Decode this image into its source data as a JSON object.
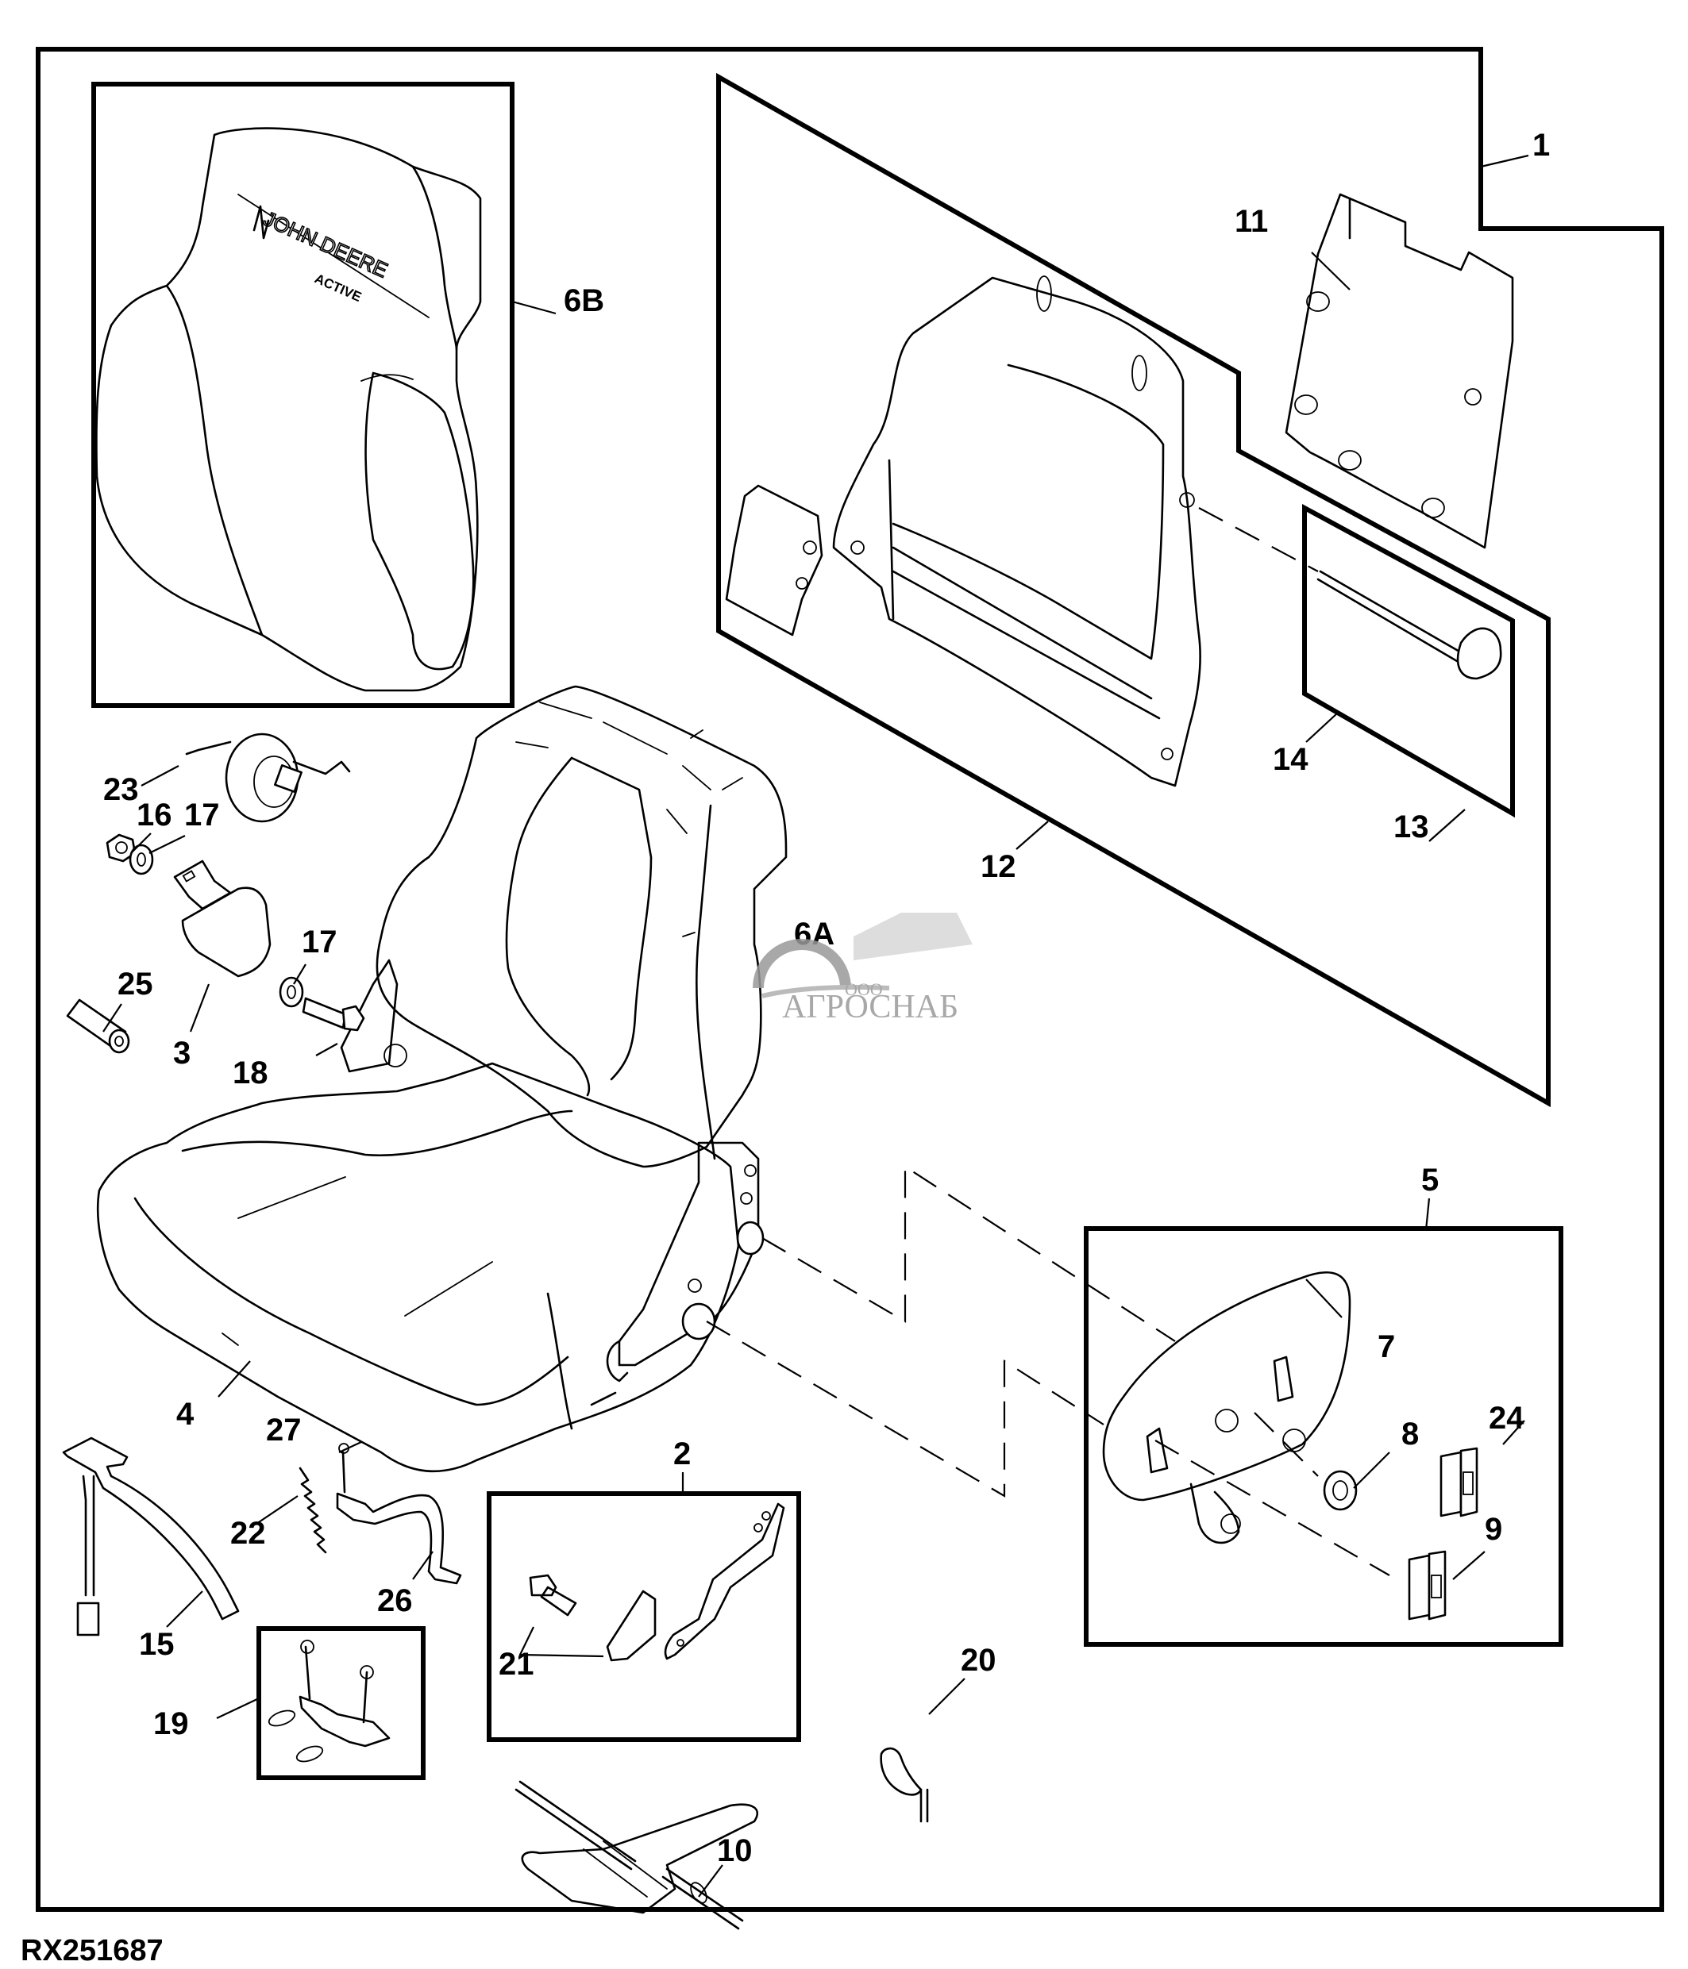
{
  "figure": {
    "id_label": "RX251687",
    "subject": "Operator seat assembly — exploded parts view"
  },
  "brand_mark": {
    "name": "JOHN DEERE",
    "sub": "ACTIVE"
  },
  "watermark": {
    "prefix": "ООО",
    "name": "АГРОСНАБ",
    "color": "#9a9a9a"
  },
  "callouts": [
    {
      "key": "c1",
      "label": "1"
    },
    {
      "key": "c2",
      "label": "2"
    },
    {
      "key": "c3",
      "label": "3"
    },
    {
      "key": "c4",
      "label": "4"
    },
    {
      "key": "c5",
      "label": "5"
    },
    {
      "key": "c6a",
      "label": "6A"
    },
    {
      "key": "c6b",
      "label": "6B"
    },
    {
      "key": "c7",
      "label": "7"
    },
    {
      "key": "c8",
      "label": "8"
    },
    {
      "key": "c9",
      "label": "9"
    },
    {
      "key": "c10",
      "label": "10"
    },
    {
      "key": "c11",
      "label": "11"
    },
    {
      "key": "c12",
      "label": "12"
    },
    {
      "key": "c13",
      "label": "13"
    },
    {
      "key": "c14",
      "label": "14"
    },
    {
      "key": "c15",
      "label": "15"
    },
    {
      "key": "c16",
      "label": "16"
    },
    {
      "key": "c17a",
      "label": "17"
    },
    {
      "key": "c17b",
      "label": "17"
    },
    {
      "key": "c18",
      "label": "18"
    },
    {
      "key": "c19",
      "label": "19"
    },
    {
      "key": "c20",
      "label": "20"
    },
    {
      "key": "c21",
      "label": "21"
    },
    {
      "key": "c22",
      "label": "22"
    },
    {
      "key": "c23",
      "label": "23"
    },
    {
      "key": "c24",
      "label": "24"
    },
    {
      "key": "c25",
      "label": "25"
    },
    {
      "key": "c26",
      "label": "26"
    },
    {
      "key": "c27",
      "label": "27"
    }
  ]
}
